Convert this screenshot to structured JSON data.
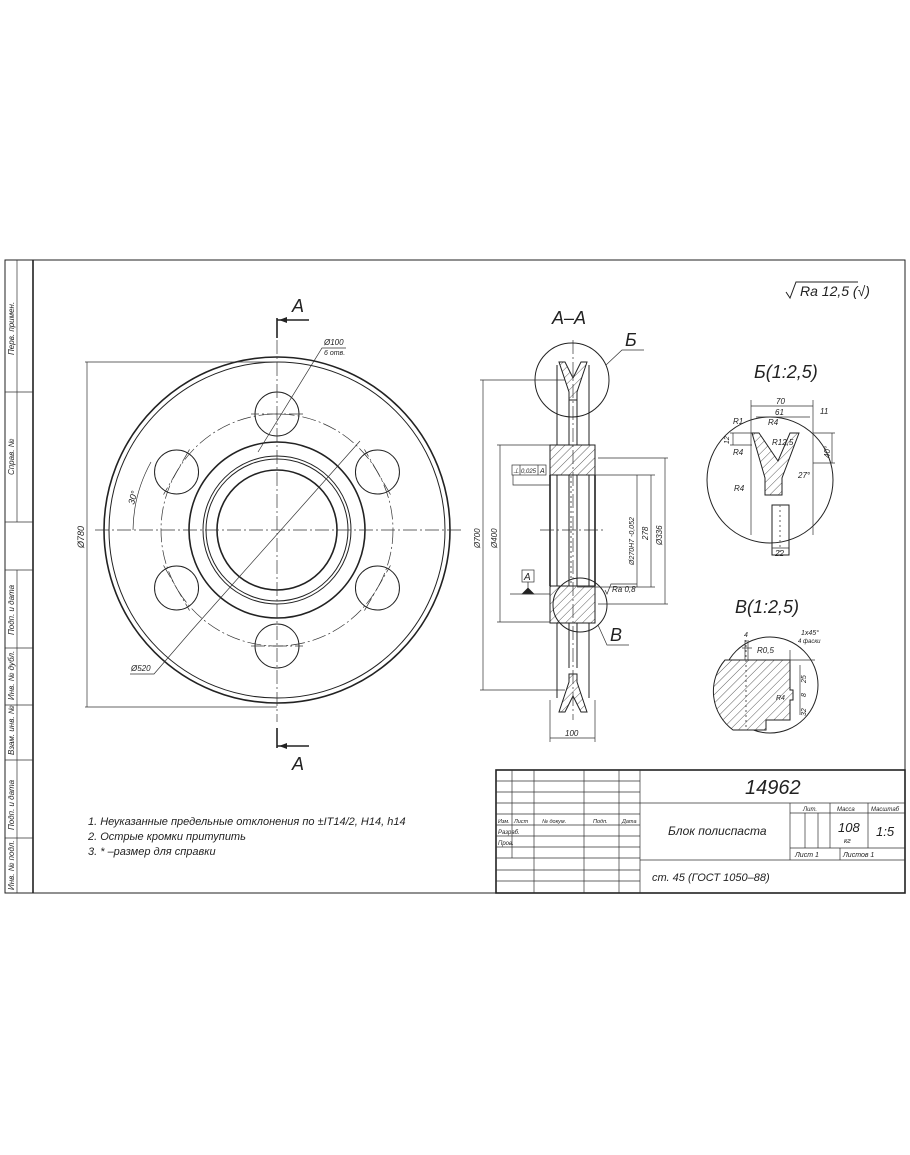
{
  "side_strip": [
    "Перв. примен.",
    "Справ. №",
    "Подп. и дата",
    "Инв. № дубл.",
    "Взам. инв. №",
    "Подп. и дата",
    "Инв. № подл."
  ],
  "roughness_general": "Ra 12,5 (√)",
  "main_view": {
    "cut_label_top": "А",
    "cut_label_bottom": "А",
    "dim_outer": "Ø780",
    "dim_holes": "Ø100",
    "dim_holes_note": "6 отв.",
    "dim_bolt_circle": "Ø520",
    "dim_angle": "30°"
  },
  "section_view": {
    "title": "А–А",
    "detail_b_ref": "Б",
    "detail_v_ref": "В",
    "dim_700": "Ø700",
    "dim_400": "Ø400",
    "dim_bore": "Ø270H7 -0,052",
    "dim_278": "278",
    "dim_336": "Ø336",
    "dim_width": "100",
    "tolerance_symbol": "⊥",
    "tolerance_value": "0,025",
    "tolerance_datum": "А",
    "datum_label": "А",
    "roughness_bore": "Ra 0,8"
  },
  "detail_b": {
    "title": "Б(1:2,5)",
    "dims": [
      "70",
      "61",
      "11",
      "R1",
      "R4",
      "12",
      "R4",
      "R12,5",
      "40°",
      "27°",
      "R4",
      "22"
    ]
  },
  "detail_v": {
    "title": "В(1:2,5)",
    "dims": [
      "4",
      "R0,5",
      "1x45°",
      "4 фаски",
      "25",
      "8",
      "32",
      "R4"
    ]
  },
  "notes": [
    "1. Неуказанные предельные отклонения по ±IT14/2, H14, h14",
    "2. Острые кромки притупить",
    "3. * –размер для справки"
  ],
  "title_block": {
    "doc_number": "14962",
    "part_name": "Блок полиспаста",
    "material": "ст. 45 (ГОСТ 1050–88)",
    "lit_header": "Лит.",
    "mass_header": "Масса",
    "scale_header": "Масштаб",
    "mass_value": "108",
    "mass_unit": "кг",
    "scale_value": "1:5",
    "sheet": "Лист 1",
    "sheets": "Листов 1",
    "rev_headers": [
      "Изм.",
      "Лист",
      "№ докум.",
      "Подп.",
      "Дата"
    ],
    "roles": [
      "Разраб.",
      "Пров."
    ]
  }
}
